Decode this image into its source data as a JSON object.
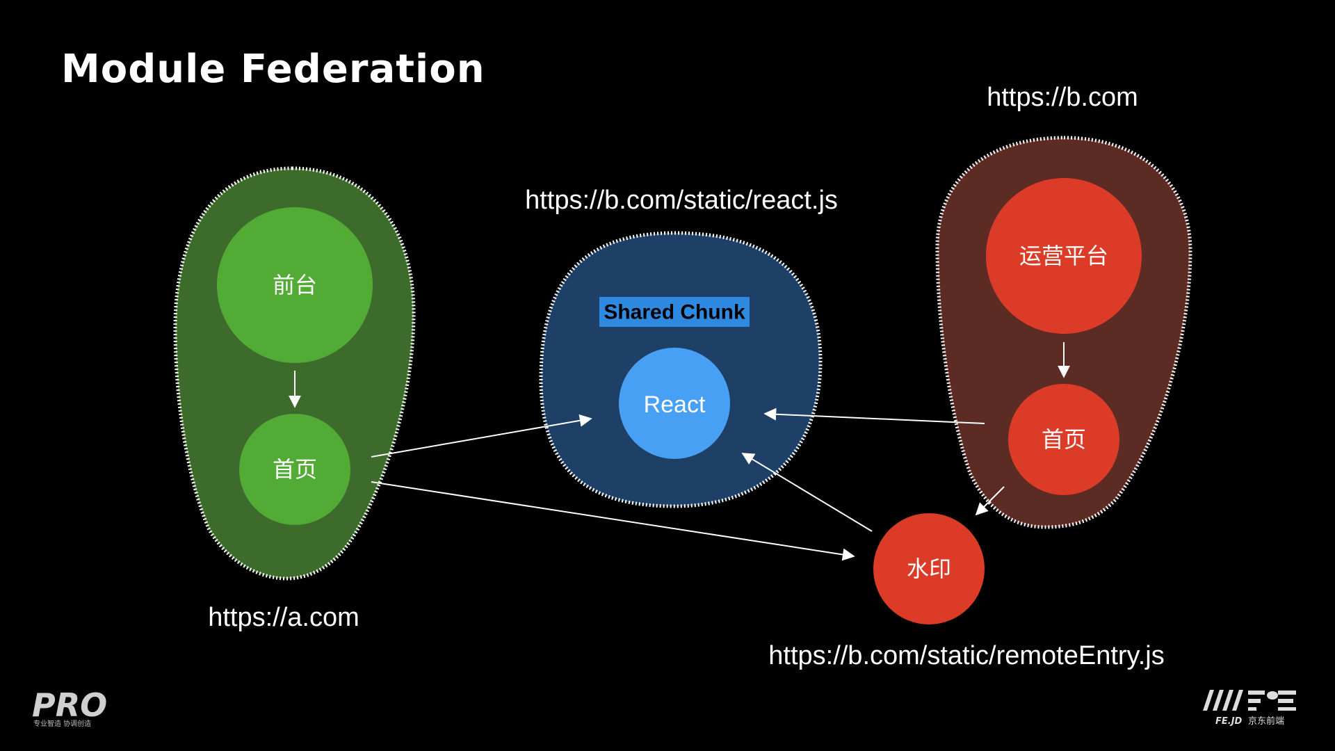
{
  "title": "Module Federation",
  "colors": {
    "background": "#000000",
    "host_group_fill": "#3d6b2c",
    "host_node": "#52ab34",
    "shared_group_fill": "#1e3f66",
    "shared_node": "#47a0f4",
    "shared_label_bg": "#2d8ae0",
    "remote_group_fill": "#5c2b23",
    "remote_node": "#dc3b28",
    "outline": "#ffffff",
    "arrow": "#ffffff"
  },
  "groups": {
    "host": {
      "url": "https://a.com",
      "nodes": {
        "frontend": "前台",
        "home": "首页"
      }
    },
    "shared": {
      "url": "https://b.com/static/react.js",
      "label": "Shared Chunk",
      "node": "React"
    },
    "remote": {
      "url": "https://b.com",
      "nodes": {
        "ops": "运营平台",
        "home": "首页"
      }
    },
    "watermark": {
      "node": "水印",
      "url": "https://b.com/static/remoteEntry.js"
    }
  },
  "logos": {
    "left": {
      "text": "PRO",
      "tagline": "专业智造 协调创造"
    },
    "right": {
      "text": "FE.JD",
      "tagline": "京东前端"
    }
  }
}
